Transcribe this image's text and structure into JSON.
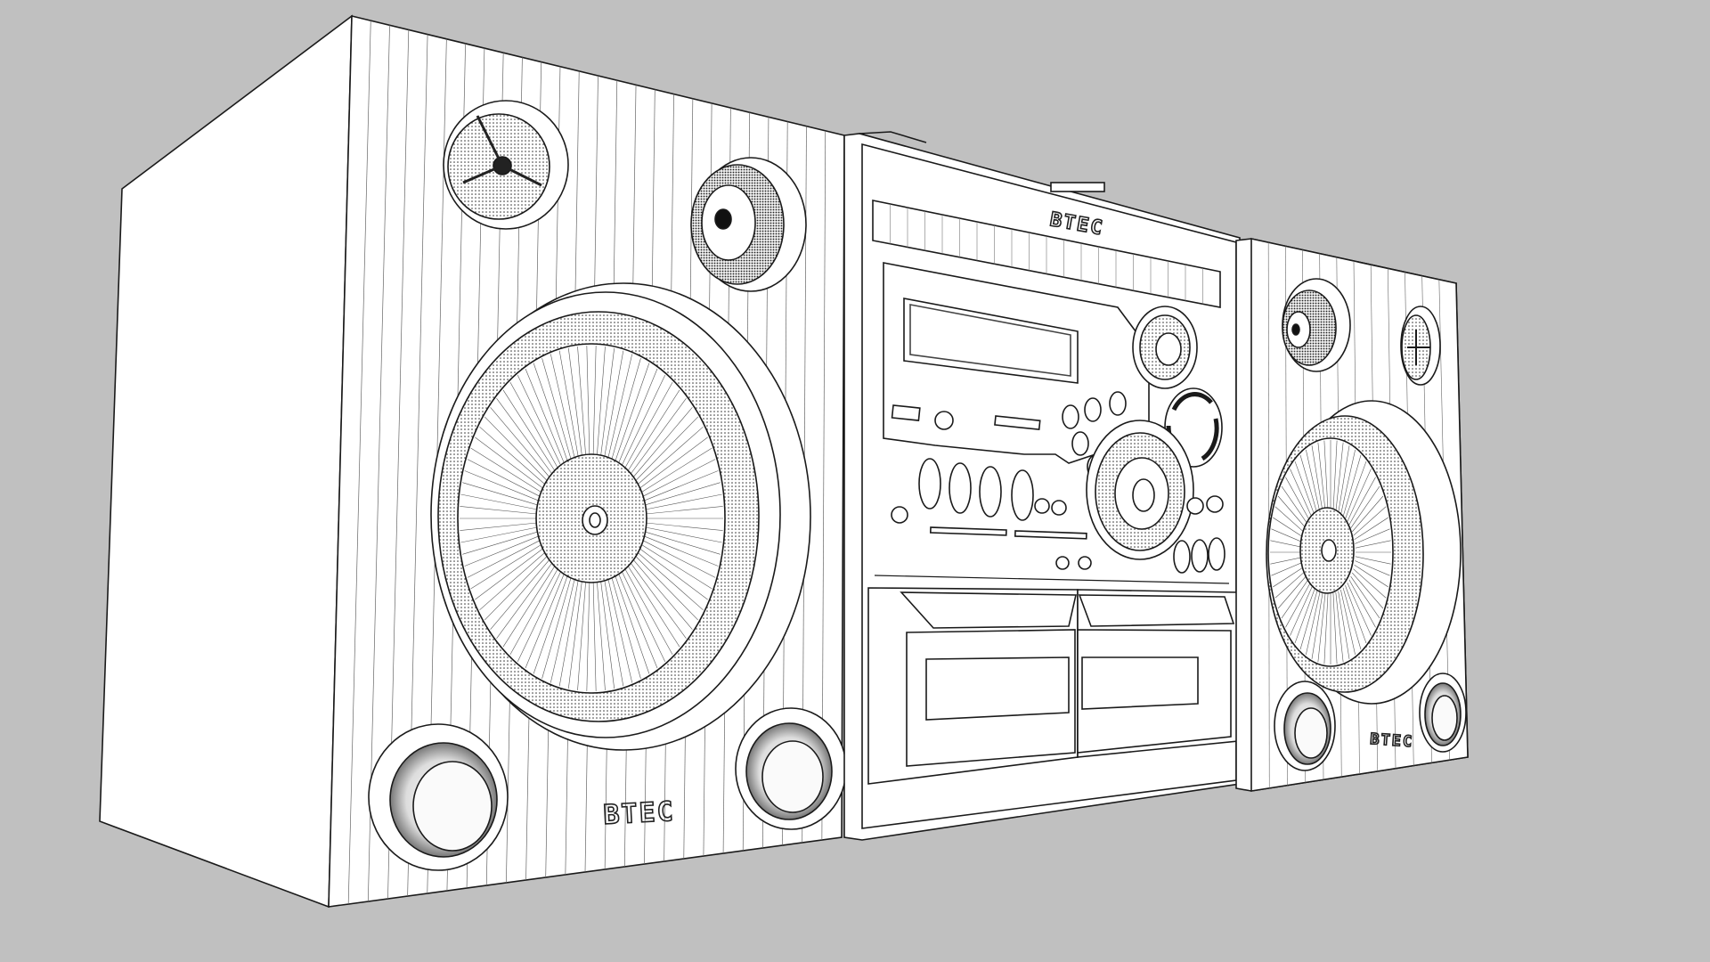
{
  "scene": {
    "background_color": "#c0c0c0",
    "model_fill_color": "#ffffff",
    "line_color": "#1a1a1a"
  },
  "left_speaker": {
    "brand": "BTEC"
  },
  "center_unit": {
    "brand": "BTEC"
  },
  "right_speaker": {
    "brand": "BTEC"
  }
}
